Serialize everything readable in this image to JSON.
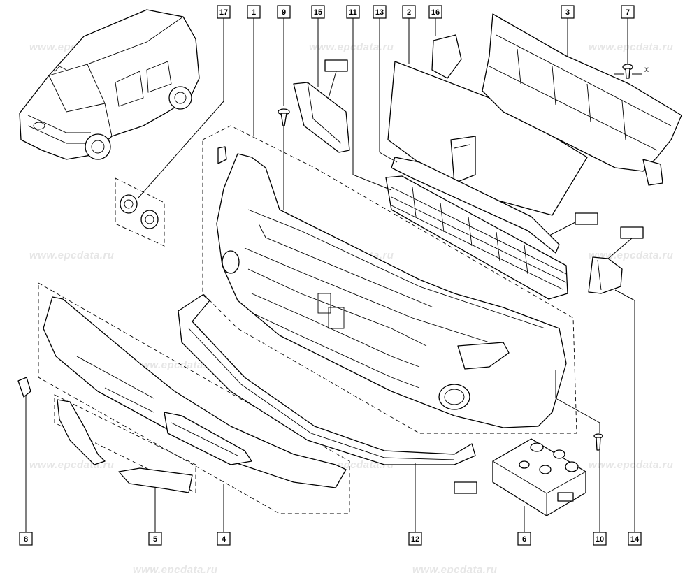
{
  "watermark": "www.epcdata.ru",
  "axis_marker": "X",
  "callouts": [
    {
      "id": "17",
      "label": "17"
    },
    {
      "id": "1",
      "label": "1"
    },
    {
      "id": "9",
      "label": "9"
    },
    {
      "id": "15",
      "label": "15"
    },
    {
      "id": "11",
      "label": "11"
    },
    {
      "id": "13",
      "label": "13"
    },
    {
      "id": "2",
      "label": "2"
    },
    {
      "id": "16",
      "label": "16"
    },
    {
      "id": "3",
      "label": "3"
    },
    {
      "id": "7",
      "label": "7"
    },
    {
      "id": "8",
      "label": "8"
    },
    {
      "id": "5",
      "label": "5"
    },
    {
      "id": "4",
      "label": "4"
    },
    {
      "id": "12",
      "label": "12"
    },
    {
      "id": "6",
      "label": "6"
    },
    {
      "id": "10",
      "label": "10"
    },
    {
      "id": "14",
      "label": "14"
    }
  ]
}
